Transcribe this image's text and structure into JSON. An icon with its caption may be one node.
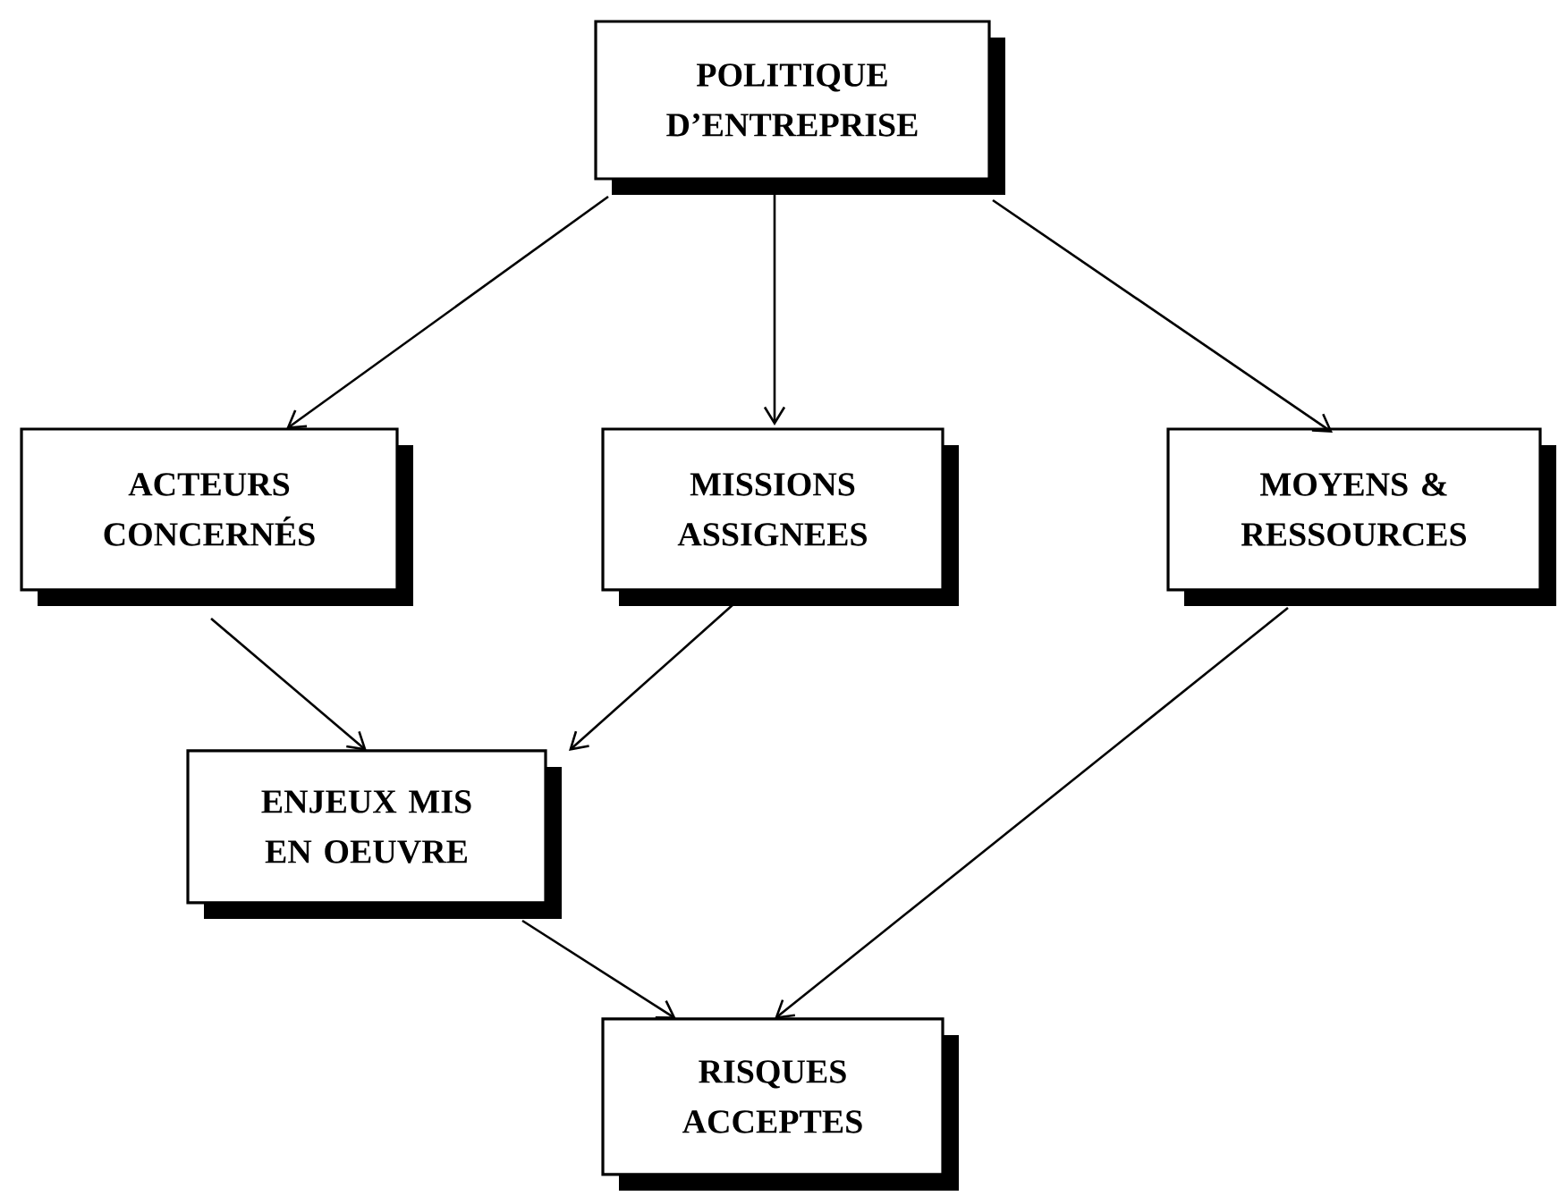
{
  "diagram": {
    "nodes": [
      {
        "text": [
          "POLITIQUE D’ENTREPRISE"
        ]
      },
      {
        "text": [
          "ACTEURS CONCERNÉS"
        ]
      },
      {
        "text": [
          "MISSIONS ASSIGNEES"
        ]
      },
      {
        "text": [
          "MOYENS & RESSOURCES"
        ]
      },
      {
        "text": [
          "ENJEUX MIS EN OEUVRE"
        ]
      },
      {
        "text": [
          "RISQUES ACCEPTES"
        ]
      }
    ],
    "edges": [
      {
        "from": 0,
        "to": 1,
        "arrow": "to"
      },
      {
        "from": 0,
        "to": 2,
        "arrow": "to"
      },
      {
        "from": 0,
        "to": 3,
        "arrow": "to"
      },
      {
        "from": 1,
        "to": 4,
        "arrow": "to"
      },
      {
        "from": 2,
        "to": 4,
        "arrow": "to"
      },
      {
        "from": 4,
        "to": 5,
        "arrow": "to"
      },
      {
        "from": 3,
        "to": 5,
        "arrow": "to"
      }
    ]
  }
}
